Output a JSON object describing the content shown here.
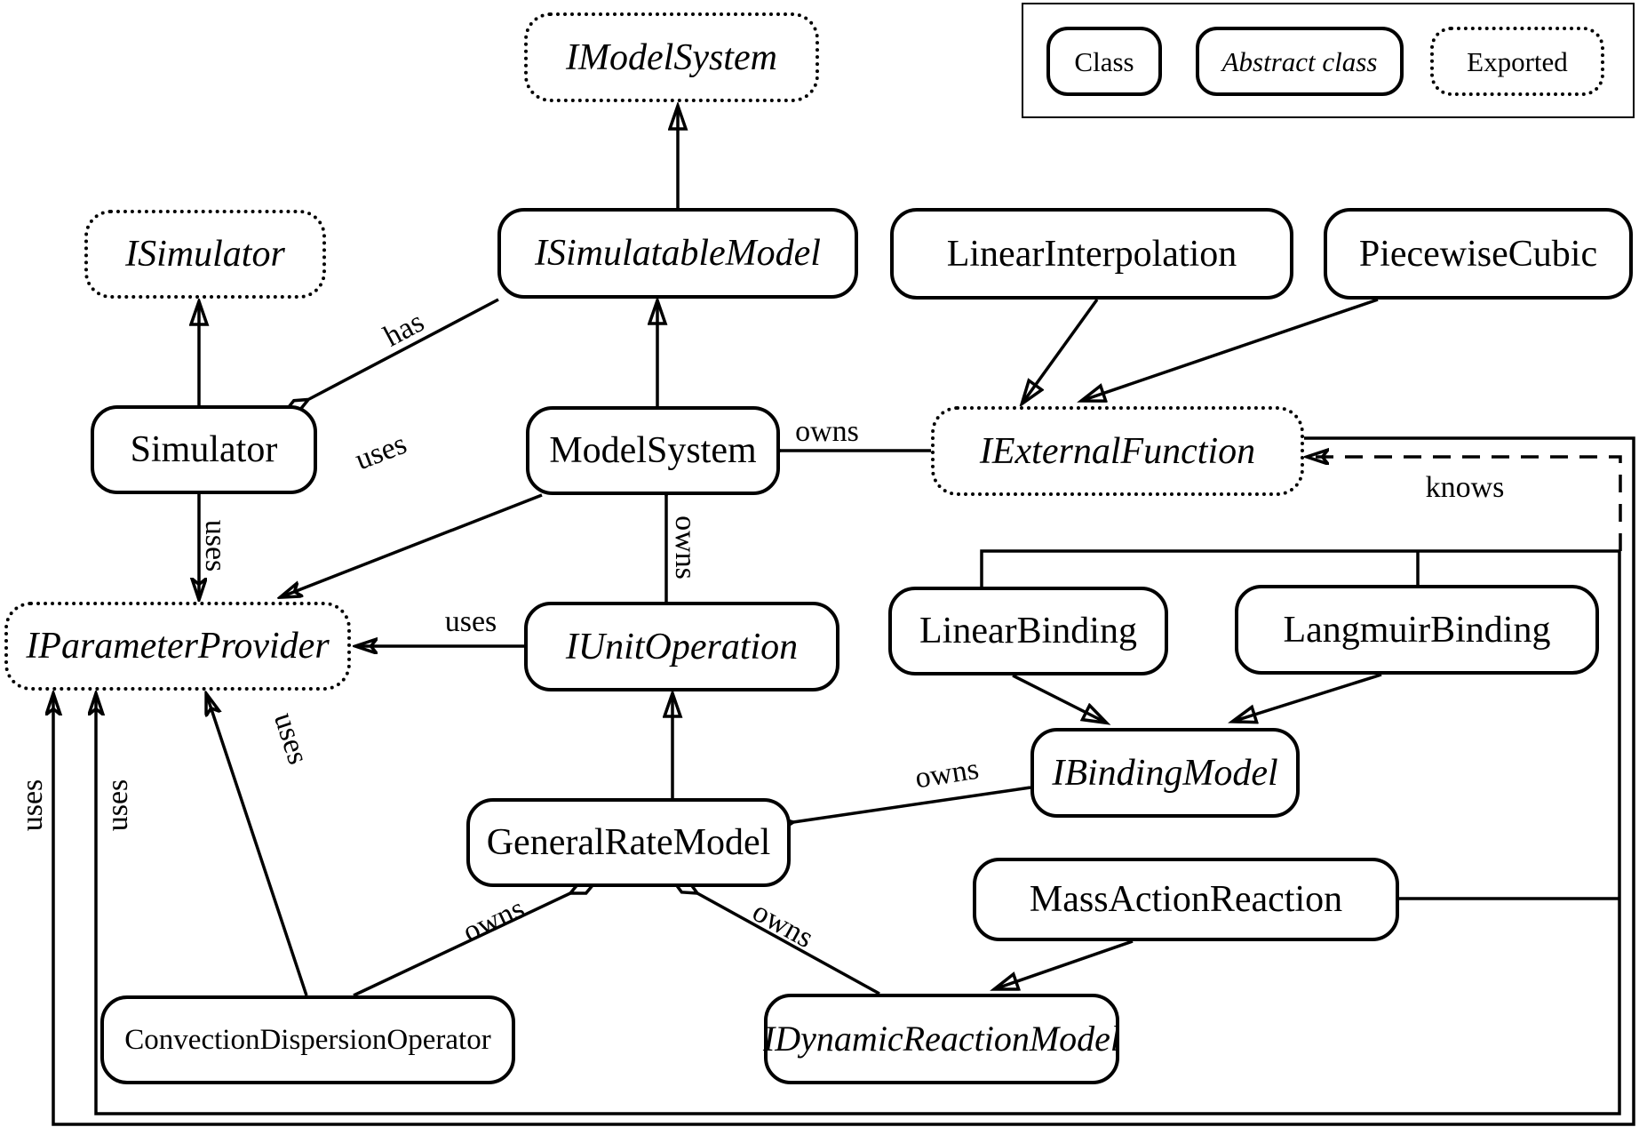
{
  "background": "#ffffff",
  "ink": "#000000",
  "legend": {
    "class_label": "Class",
    "abstract_label": "Abstract class",
    "exported_label": "Exported"
  },
  "nodes": {
    "imodelsystem": {
      "label": "IModelSystem",
      "kind": "exported-interface"
    },
    "isimulator": {
      "label": "ISimulator",
      "kind": "exported-interface"
    },
    "isimulatablemodel": {
      "label": "ISimulatableModel",
      "kind": "abstract-class"
    },
    "linearinterpolation": {
      "label": "LinearInterpolation",
      "kind": "class"
    },
    "piecewisecubic": {
      "label": "PiecewiseCubic",
      "kind": "class"
    },
    "simulator": {
      "label": "Simulator",
      "kind": "class"
    },
    "modelsystem": {
      "label": "ModelSystem",
      "kind": "class"
    },
    "iexternalfunction": {
      "label": "IExternalFunction",
      "kind": "exported-interface"
    },
    "iparameterprovider": {
      "label": "IParameterProvider",
      "kind": "exported-interface"
    },
    "iunitoperation": {
      "label": "IUnitOperation",
      "kind": "abstract-class"
    },
    "linearbinding": {
      "label": "LinearBinding",
      "kind": "class"
    },
    "langmuirbinding": {
      "label": "LangmuirBinding",
      "kind": "class"
    },
    "ibindingmodel": {
      "label": "IBindingModel",
      "kind": "abstract-class"
    },
    "generalratemodel": {
      "label": "GeneralRateModel",
      "kind": "class"
    },
    "massactionreaction": {
      "label": "MassActionReaction",
      "kind": "class"
    },
    "convectiondispersionoperator": {
      "label": "ConvectionDispersionOperator",
      "kind": "class"
    },
    "idynamicreactionmodel": {
      "label": "IDynamicReactionModel",
      "kind": "abstract-class"
    }
  },
  "edge_labels": {
    "has": "has",
    "knows": "knows",
    "owns_modelsystem_iexternalfunction": "owns",
    "owns_modelsystem_iunitoperation": "owns",
    "owns_generalratemodel_ibindingmodel": "owns",
    "owns_generalratemodel_convectiondispersionoperator": "owns",
    "owns_generalratemodel_idynamicreactionmodel": "owns",
    "uses_simulator": "uses",
    "uses_modelsystem": "uses",
    "uses_iunitoperation": "uses",
    "uses_convectiondispersionoperator": "uses",
    "uses_left_outer": "uses",
    "uses_left_inner": "uses"
  }
}
